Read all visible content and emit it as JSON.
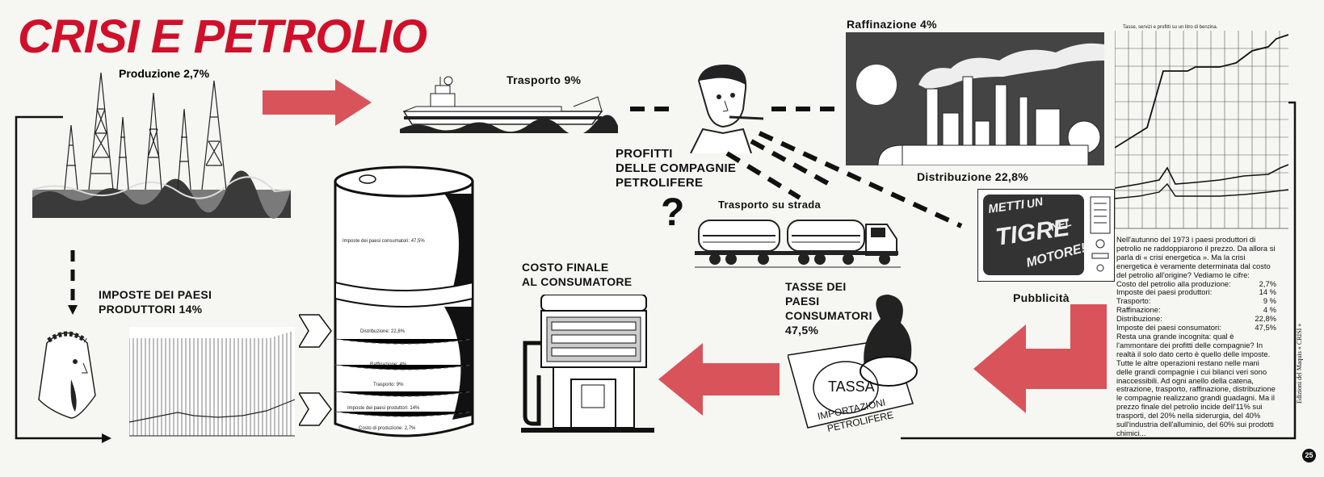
{
  "title": "CRISI E PETROLIO",
  "labels": {
    "produzione": "Produzione 2,7%",
    "trasporto": "Trasporto  9%",
    "raffinazione": "Raffinazione 4%",
    "distribuzione": "Distribuzione 22,8%",
    "trasporto_strada": "Trasporto su strada",
    "pubblicita": "Pubblicità",
    "profitti": [
      "PROFITTI",
      "DELLE COMPAGNIE",
      "PETROLIFERE"
    ],
    "question": "?",
    "imposte_produttori": [
      "IMPOSTE DEI PAESI",
      "PRODUTTORI 14%"
    ],
    "costo_finale": [
      "COSTO FINALE",
      "AL CONSUMATORE"
    ],
    "tasse_consumatori": [
      "TASSE DEI",
      "PAESI",
      "CONSUMATORI",
      "47,5%"
    ]
  },
  "barrel": {
    "segments": [
      "Imposte dei paesi consumatori: 47,5%",
      "Distribuzione: 22,8%",
      "Raffinazione: 4%",
      "Trasporto: 9%",
      "Imposte dei paesi produttori: 14%",
      "Costo di produzione: 2,7%"
    ]
  },
  "stamp": {
    "main": "TASSA",
    "sub": "IMPORTAZIONI",
    "sub2": "PETROLIFERE"
  },
  "tv_slogan": [
    "METTI",
    "UN",
    "TIGRE",
    "NEL",
    "MOTORE!"
  ],
  "chart_caption": "Tasse, servizi e profitti su un litro di benzina.",
  "paragraph": {
    "intro": "Nell'autunno del 1973 i paesi produttori di petrolio ne raddoppiarono il prezzo. Da allora si parla di « crisi energetica ». Ma la crisi energetica è veramente determinata dal costo del petrolio all'origine? Vediamo le cifre:",
    "costs": [
      {
        "label": "Costo del petrolio alla produzione:",
        "value": "2,7%"
      },
      {
        "label": "Imposte dei paesi produttori:",
        "value": "14  %"
      },
      {
        "label": "Trasporto:",
        "value": "9  %"
      },
      {
        "label": "Raffinazione:",
        "value": "4  %"
      },
      {
        "label": "Distribuzione:",
        "value": "22,8%"
      },
      {
        "label": "Imposte dei paesi consumatori:",
        "value": "47,5%"
      }
    ],
    "outro": "Resta una grande incognita: qual è l'ammontare dei profitti delle compagnie? In realtà il solo dato certo è quello delle imposte. Tutte le altre operazioni restano nelle mani delle grandi compagnie i cui bilanci veri sono inaccessibili. Ad ogni anello della catena, estrazione, trasporto, raffinazione, distribuzione le compagnie realizzano grandi guadagni. Ma il prezzo finale del petrolio incide dell'11% sui trasporti, del 20% nella siderurgia, del 40% sull'industria dell'alluminio, del 60% sui prodotti chimici..."
  },
  "side_text": "Edizioni del Maquis « CRISI »",
  "page_number": "25",
  "colors": {
    "accent_red": "#d0102a",
    "arrow_red": "#d9535b",
    "ink": "#111111",
    "paper": "#f6f6f2"
  },
  "icons": [
    "oil-rigs-icon",
    "tanker-ship-icon",
    "businessman-icon",
    "refinery-icon",
    "tanker-truck-icon",
    "tv-icon",
    "sheikh-icon",
    "oil-barrel-icon",
    "gas-pump-icon",
    "tax-stamp-icon"
  ]
}
